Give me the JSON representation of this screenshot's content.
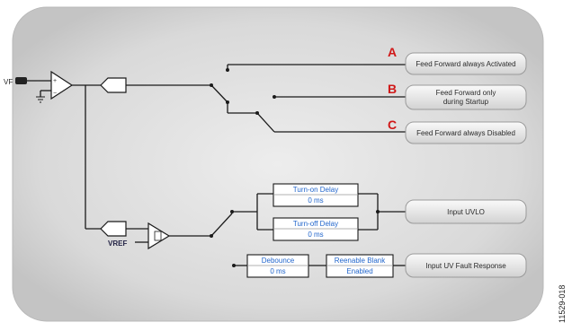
{
  "figure_id": "11529-018",
  "pins": {
    "vf": "VF",
    "vref": "VREF"
  },
  "markers": {
    "a": "A",
    "b": "B",
    "c": "C"
  },
  "outputs": {
    "ff_always": "Feed Forward always Activated",
    "ff_startup_1": "Feed Forward only",
    "ff_startup_2": "during Startup",
    "ff_disabled": "Feed Forward always Disabled",
    "input_uvlo": "Input UVLO",
    "uv_fault": "Input UV Fault Response"
  },
  "delays": {
    "turn_on_label": "Turn-on Delay",
    "turn_on_value": "0 ms",
    "turn_off_label": "Turn-off Delay",
    "turn_off_value": "0 ms",
    "debounce_label": "Debounce",
    "debounce_value": "0 ms",
    "reenable_label": "Reenable Blank",
    "reenable_value": "Enabled"
  },
  "colors": {
    "panel": "#dcdcdc",
    "marker": "#d01818",
    "value_text": "#2266cc"
  }
}
